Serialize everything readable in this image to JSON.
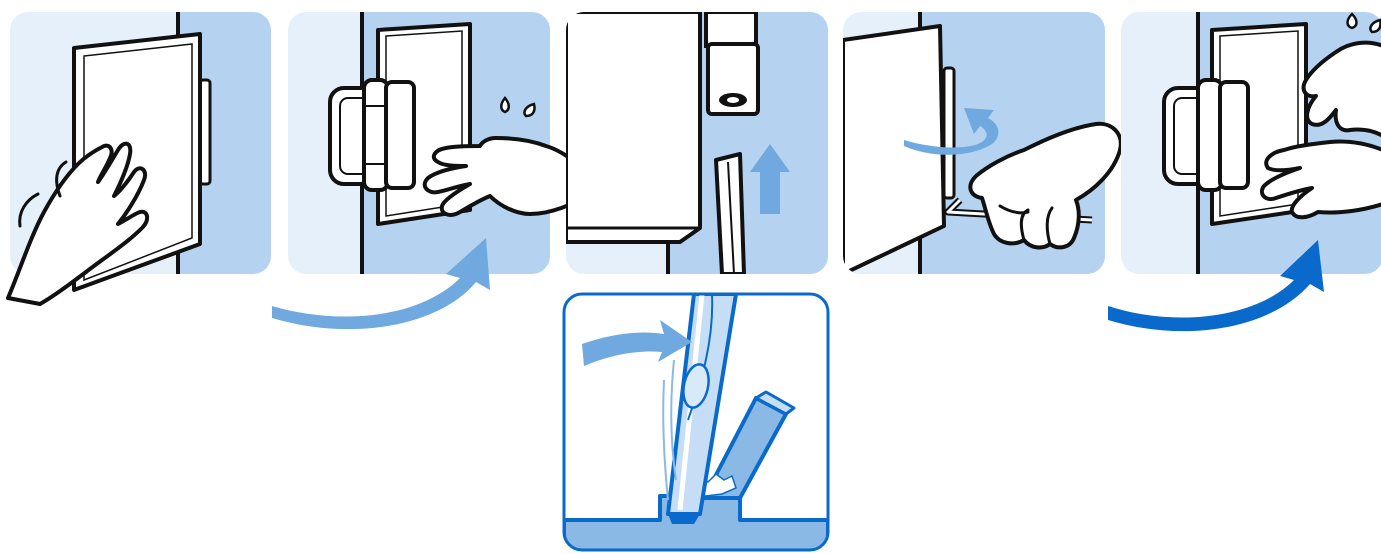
{
  "figure": {
    "panels": [
      {
        "id": "step-1",
        "subject": "hand-holding-door-panel"
      },
      {
        "id": "step-2",
        "subject": "hand-pressing-door-with-hinge",
        "arrow": "curved-swing-arrow"
      },
      {
        "id": "step-3",
        "subject": "tool-pushed-up-into-hinge-bushing",
        "arrow": "up-arrow"
      },
      {
        "id": "step-4",
        "subject": "hand-turning-allen-key",
        "arrow": "rotation-arrow"
      },
      {
        "id": "step-5",
        "subject": "two-hands-fitting-door-with-hinge",
        "arrow": "curved-swing-arrow"
      },
      {
        "id": "detail",
        "subject": "tool-prying-cap-out-of-recess",
        "arrow": "push-arrow"
      }
    ]
  },
  "colors": {
    "panel_light": "#e6f0fb",
    "panel_mid": "#b5d3f1",
    "arrow_light": "#6fa9e0",
    "arrow_dark": "#0a6acb",
    "detail_fill": "#8ab9e6",
    "detail_tool": "#c5def5",
    "outline": "#111111",
    "white": "#ffffff"
  }
}
